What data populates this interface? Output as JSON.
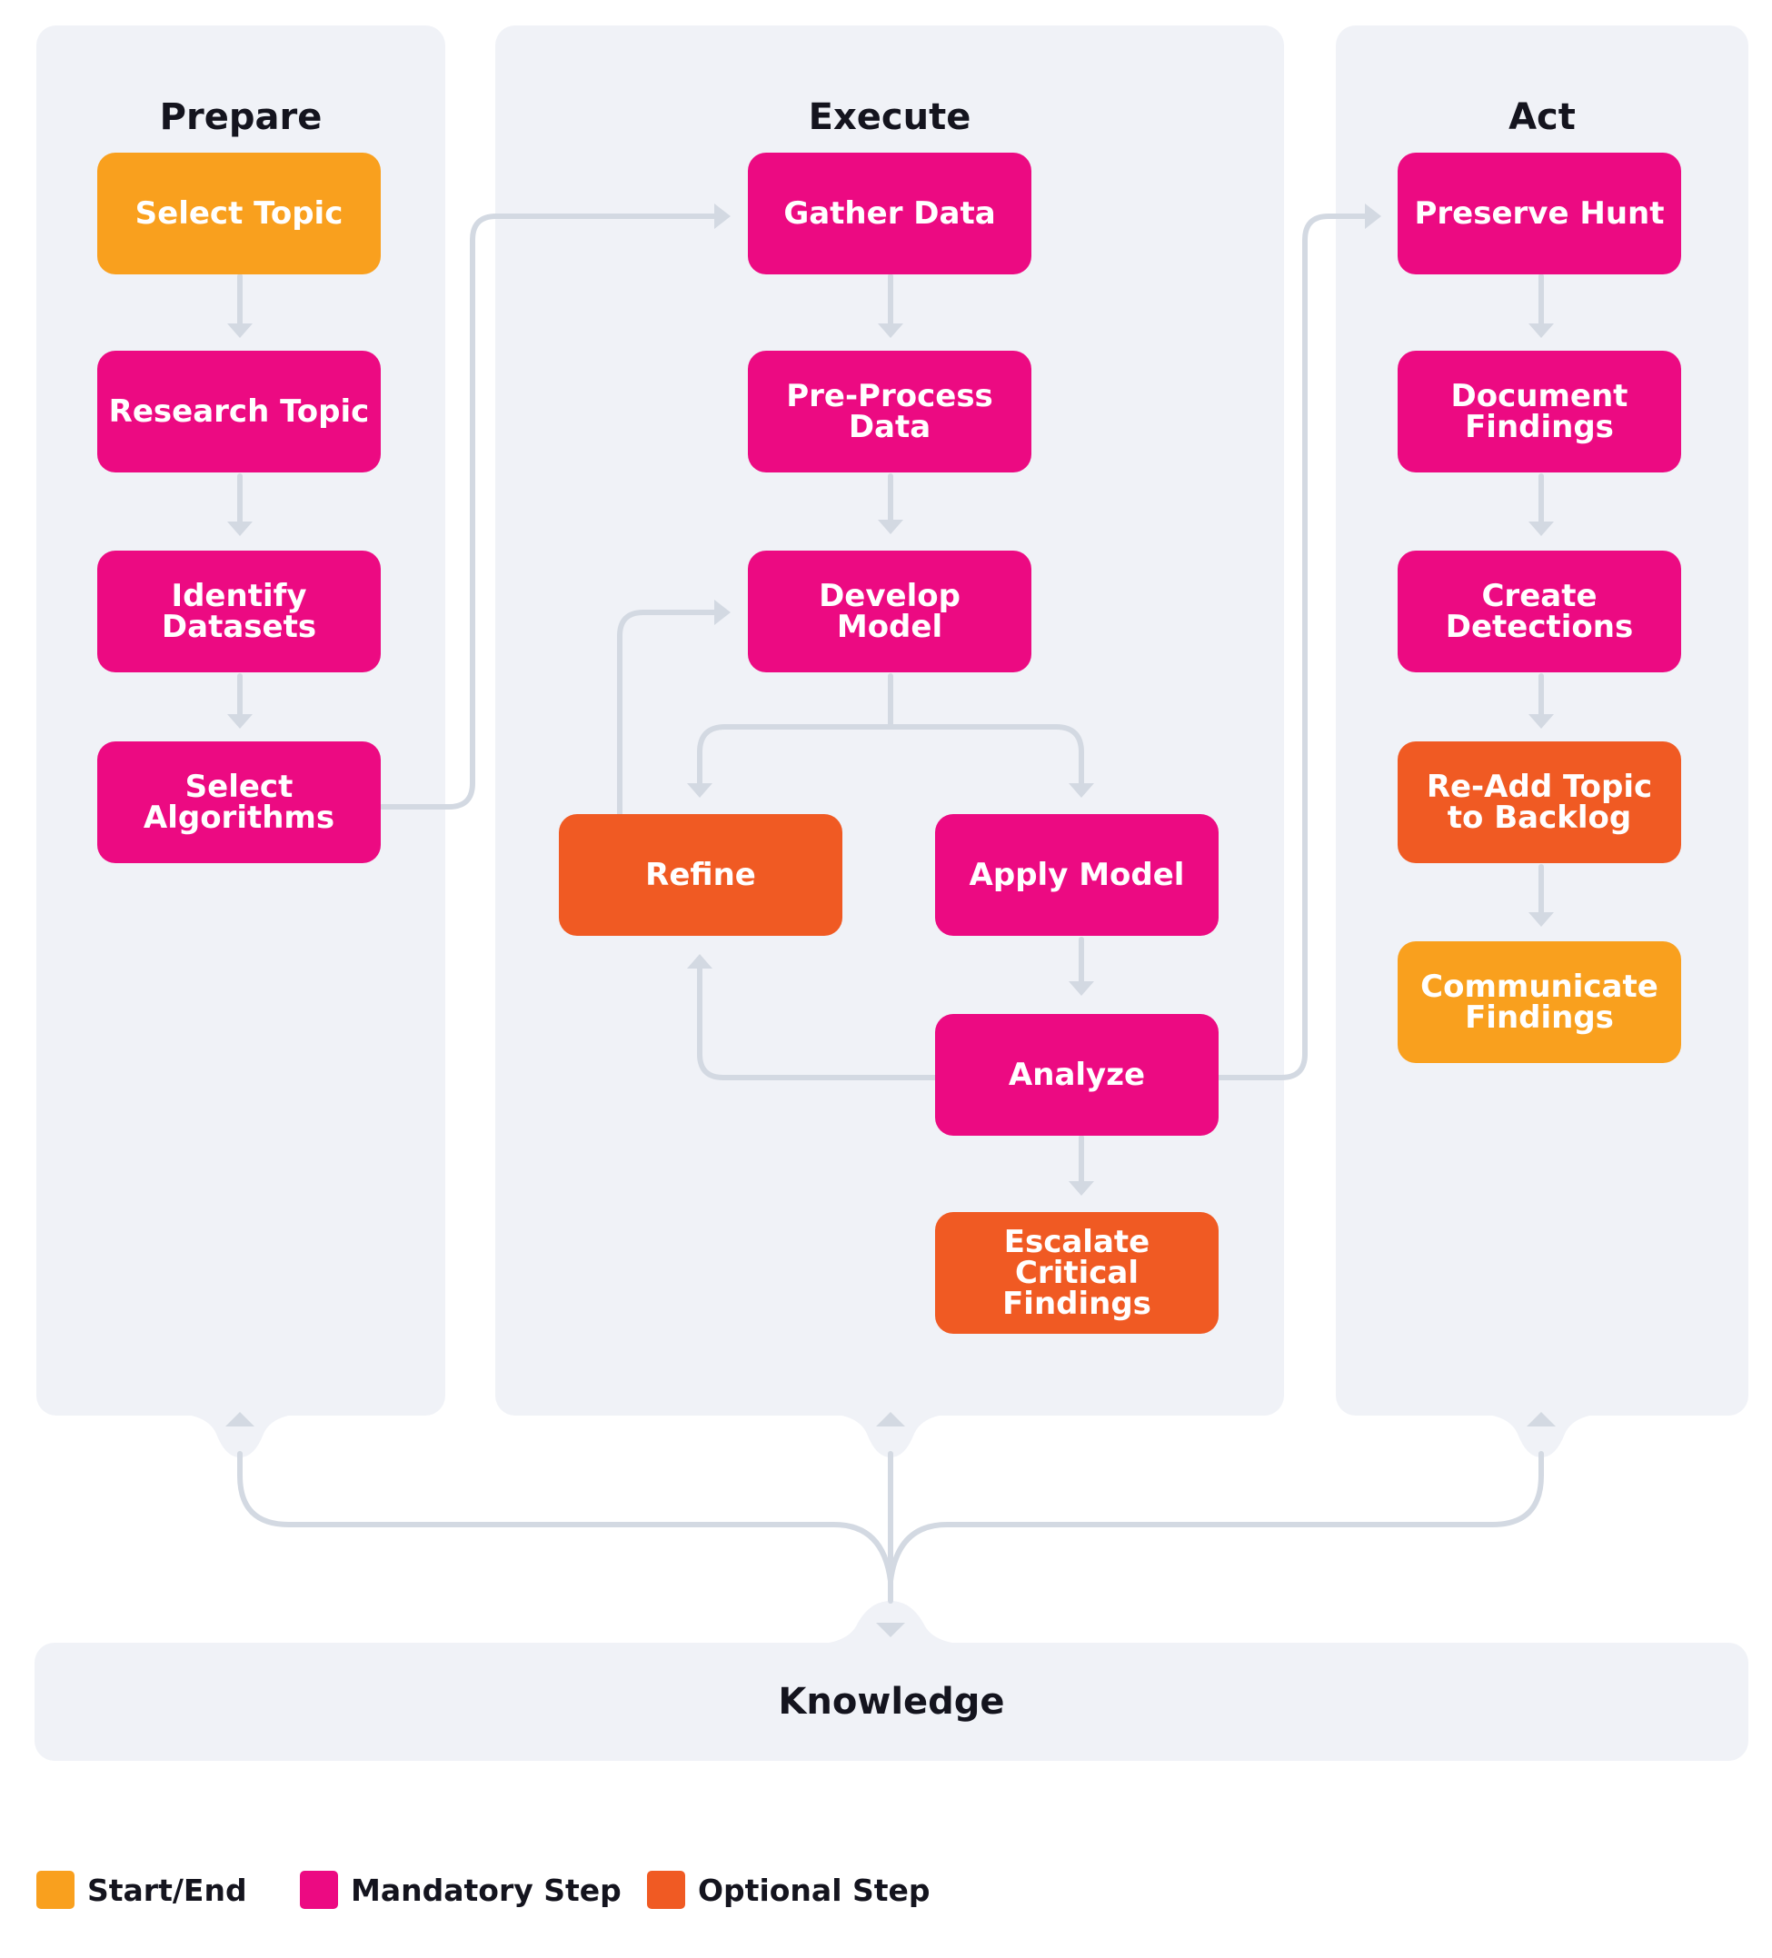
{
  "panels": {
    "prepare": "Prepare",
    "execute": "Execute",
    "act": "Act",
    "knowledge": "Knowledge"
  },
  "steps": {
    "select_topic": "Select Topic",
    "research_topic": "Research Topic",
    "identify_datasets": "Identify\nDatasets",
    "select_algorithms": "Select\nAlgorithms",
    "gather_data": "Gather Data",
    "pre_process_data": "Pre-Process\nData",
    "develop_model": "Develop\nModel",
    "refine": "Refine",
    "apply_model": "Apply Model",
    "analyze": "Analyze",
    "escalate": "Escalate Critical\nFindings",
    "preserve_hunt": "Preserve Hunt",
    "document_findings": "Document\nFindings",
    "create_detections": "Create\nDetections",
    "re_add_topic": "Re-Add Topic\nto Backlog",
    "communicate_findings": "Communicate\nFindings"
  },
  "legend": {
    "start_end": "Start/End",
    "mandatory": "Mandatory Step",
    "optional": "Optional Step"
  },
  "colors": {
    "start_end": "#f9a01e",
    "mandatory": "#ec0a82",
    "optional": "#f05a23",
    "panel": "#f0f2f7",
    "connector": "#d3d9e2"
  }
}
